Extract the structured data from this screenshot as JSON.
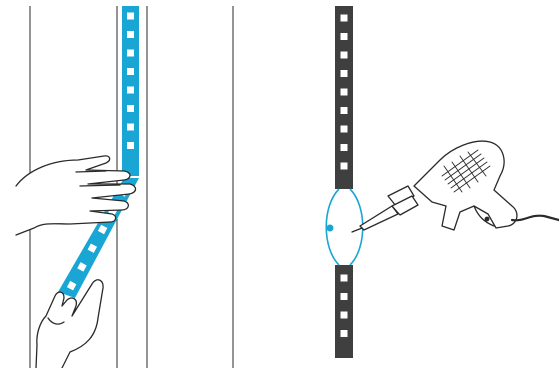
{
  "illustration": {
    "panels": [
      {
        "id": "apply-strip",
        "depicts": "hands-pressing-strip-onto-frame"
      },
      {
        "id": "solder-joint",
        "depicts": "soldering-gun-and-wire-bridge"
      }
    ],
    "colors": {
      "strip_applied": "#1aa6d4",
      "strip_plain": "#3f3f3f",
      "led_dot": "#ffffff",
      "wire": "#1aa6d4",
      "line_art": "#2a2a2a",
      "background": "#ffffff"
    },
    "icons": [
      "hand-icon",
      "finger-hand-icon",
      "soldering-gun-icon"
    ]
  }
}
